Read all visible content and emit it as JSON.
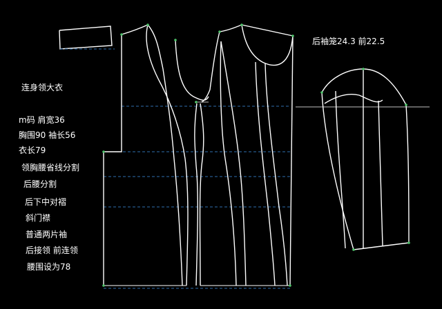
{
  "title": "连身领大衣",
  "sleeve_note": "后袖笼24.3   前22.5",
  "specs": [
    "m码   肩宽36",
    "胸围90   袖长56",
    "衣长79"
  ],
  "notes": [
    "领胸腰省线分割",
    "后腰分割",
    "后下中对褶",
    "斜门襟",
    "普通两片袖",
    "后接领   前连领",
    "腰围设为78"
  ],
  "colors": {
    "background": "#000000",
    "pattern_line": "#ffffff",
    "guide_line": "#2f6fb0",
    "point_marker": "#4ec46a"
  }
}
